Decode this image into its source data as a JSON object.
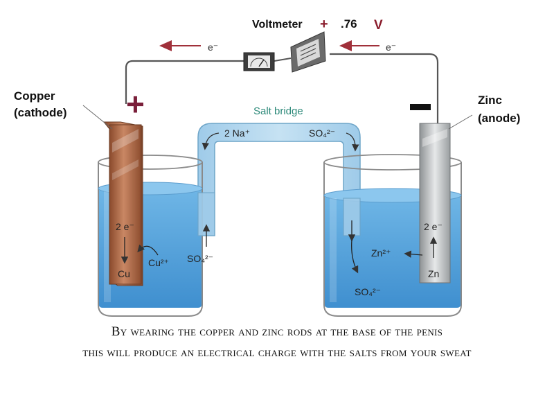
{
  "voltmeter": {
    "label": "Voltmeter",
    "sign": "+",
    "value": ".76",
    "unit": "V"
  },
  "electron_left": "e⁻",
  "electron_right": "e⁻",
  "copper": {
    "name": "Copper",
    "role": "(cathode)",
    "sign": "+"
  },
  "zinc": {
    "name": "Zinc",
    "role": "(anode)",
    "sign": "−"
  },
  "salt_bridge": {
    "label": "Salt bridge",
    "na_label": "2 Na⁺",
    "so4_top": "SO₄²⁻"
  },
  "left_beaker": {
    "electrons": "2 e⁻",
    "cu_ion": "Cu²⁺",
    "cu": "Cu",
    "so4": "SO₄²⁻"
  },
  "right_beaker": {
    "electrons": "2 e⁻",
    "zn_ion": "Zn²⁺",
    "zn": "Zn",
    "so4": "SO₄²⁻"
  },
  "caption": {
    "line1": "By wearing the copper and zinc rods at the base of the penis",
    "line2": "this will produce an electrical charge with the salts from your sweat"
  },
  "colors": {
    "copper": "#a65f3c",
    "zinc": "#b9bcbe",
    "liquid": "#4f9fd8",
    "wire": "#555555",
    "accent": "#7a1f3a",
    "salt_bridge_label": "#2e8a7a"
  }
}
